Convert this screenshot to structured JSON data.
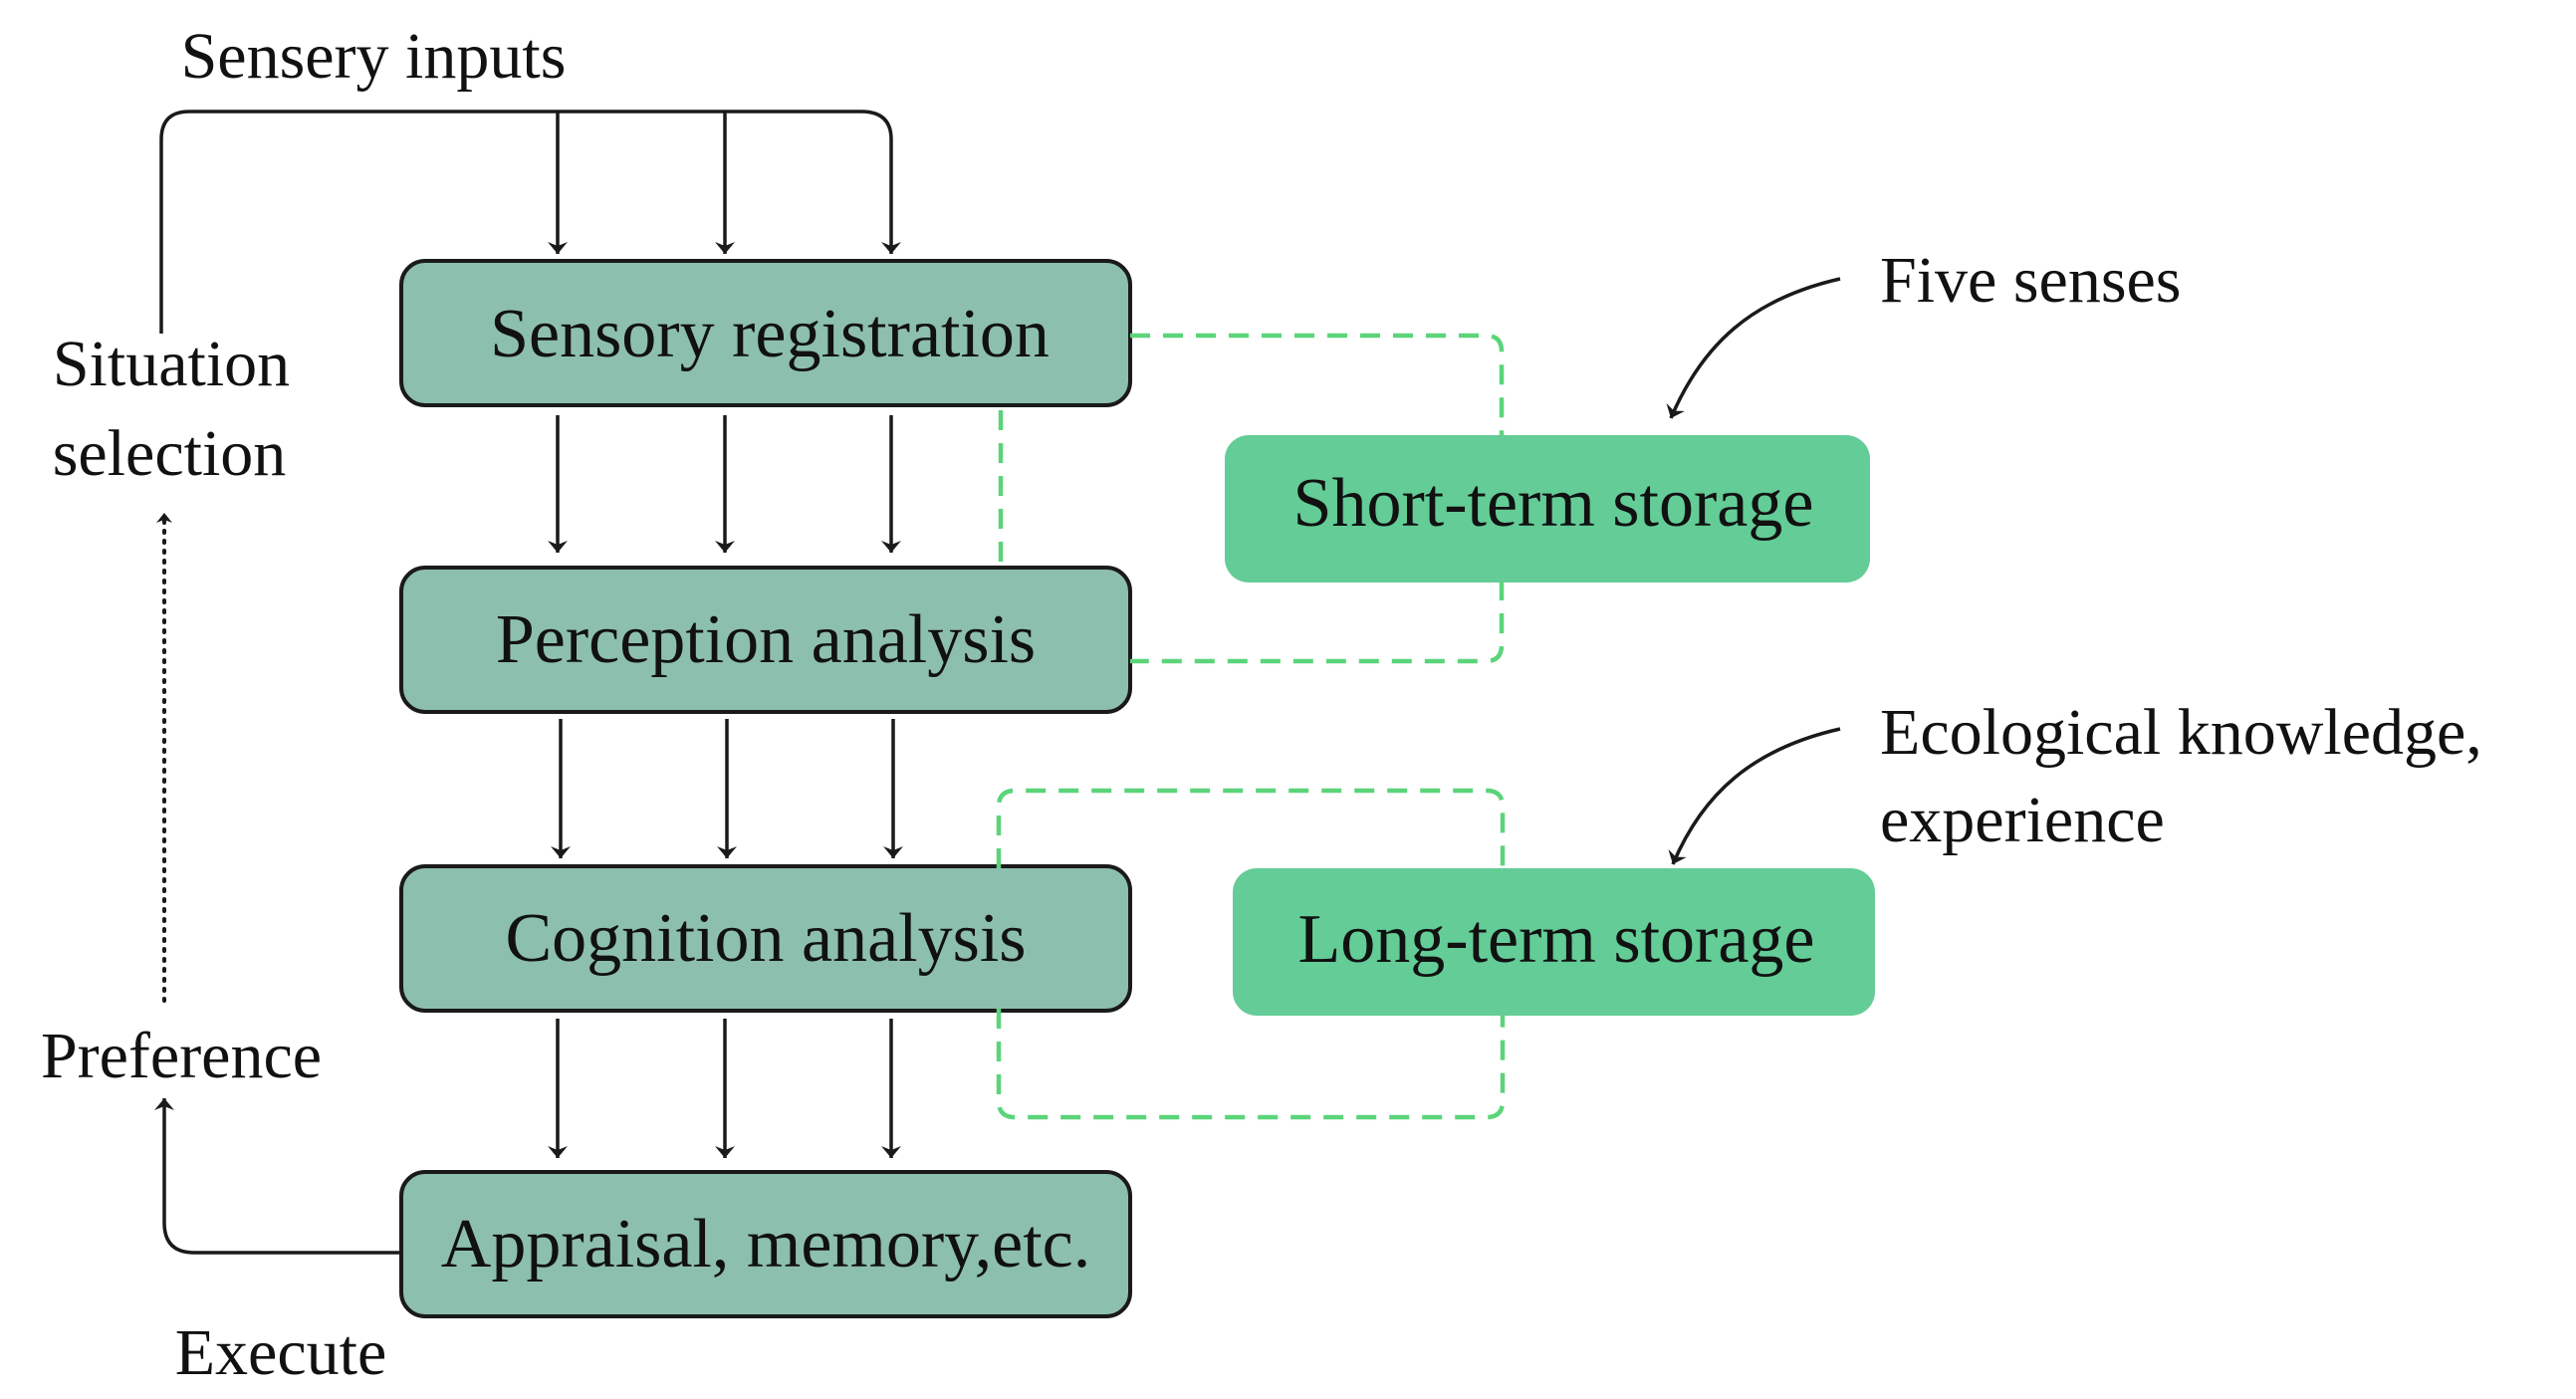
{
  "nodes": {
    "sensory_registration": "Sensory registration",
    "perception_analysis": "Perception analysis",
    "cognition_analysis": "Cognition analysis",
    "appraisal": "Appraisal, memory,etc.",
    "short_term_storage": "Short-term storage",
    "long_term_storage": "Long-term storage"
  },
  "labels": {
    "sensory_inputs": "Sensery inputs",
    "situation_line1": "Situation",
    "situation_line2": "selection",
    "preference": "Preference",
    "execute": "Execute",
    "five_senses": "Five senses",
    "ecological_line1": "Ecological knowledge,",
    "ecological_line2": "experience"
  },
  "colors": {
    "process_box": "#8dbfae",
    "storage_box": "#63cc97",
    "dashed_link": "#5bd47a",
    "line": "#1a1a1a"
  }
}
